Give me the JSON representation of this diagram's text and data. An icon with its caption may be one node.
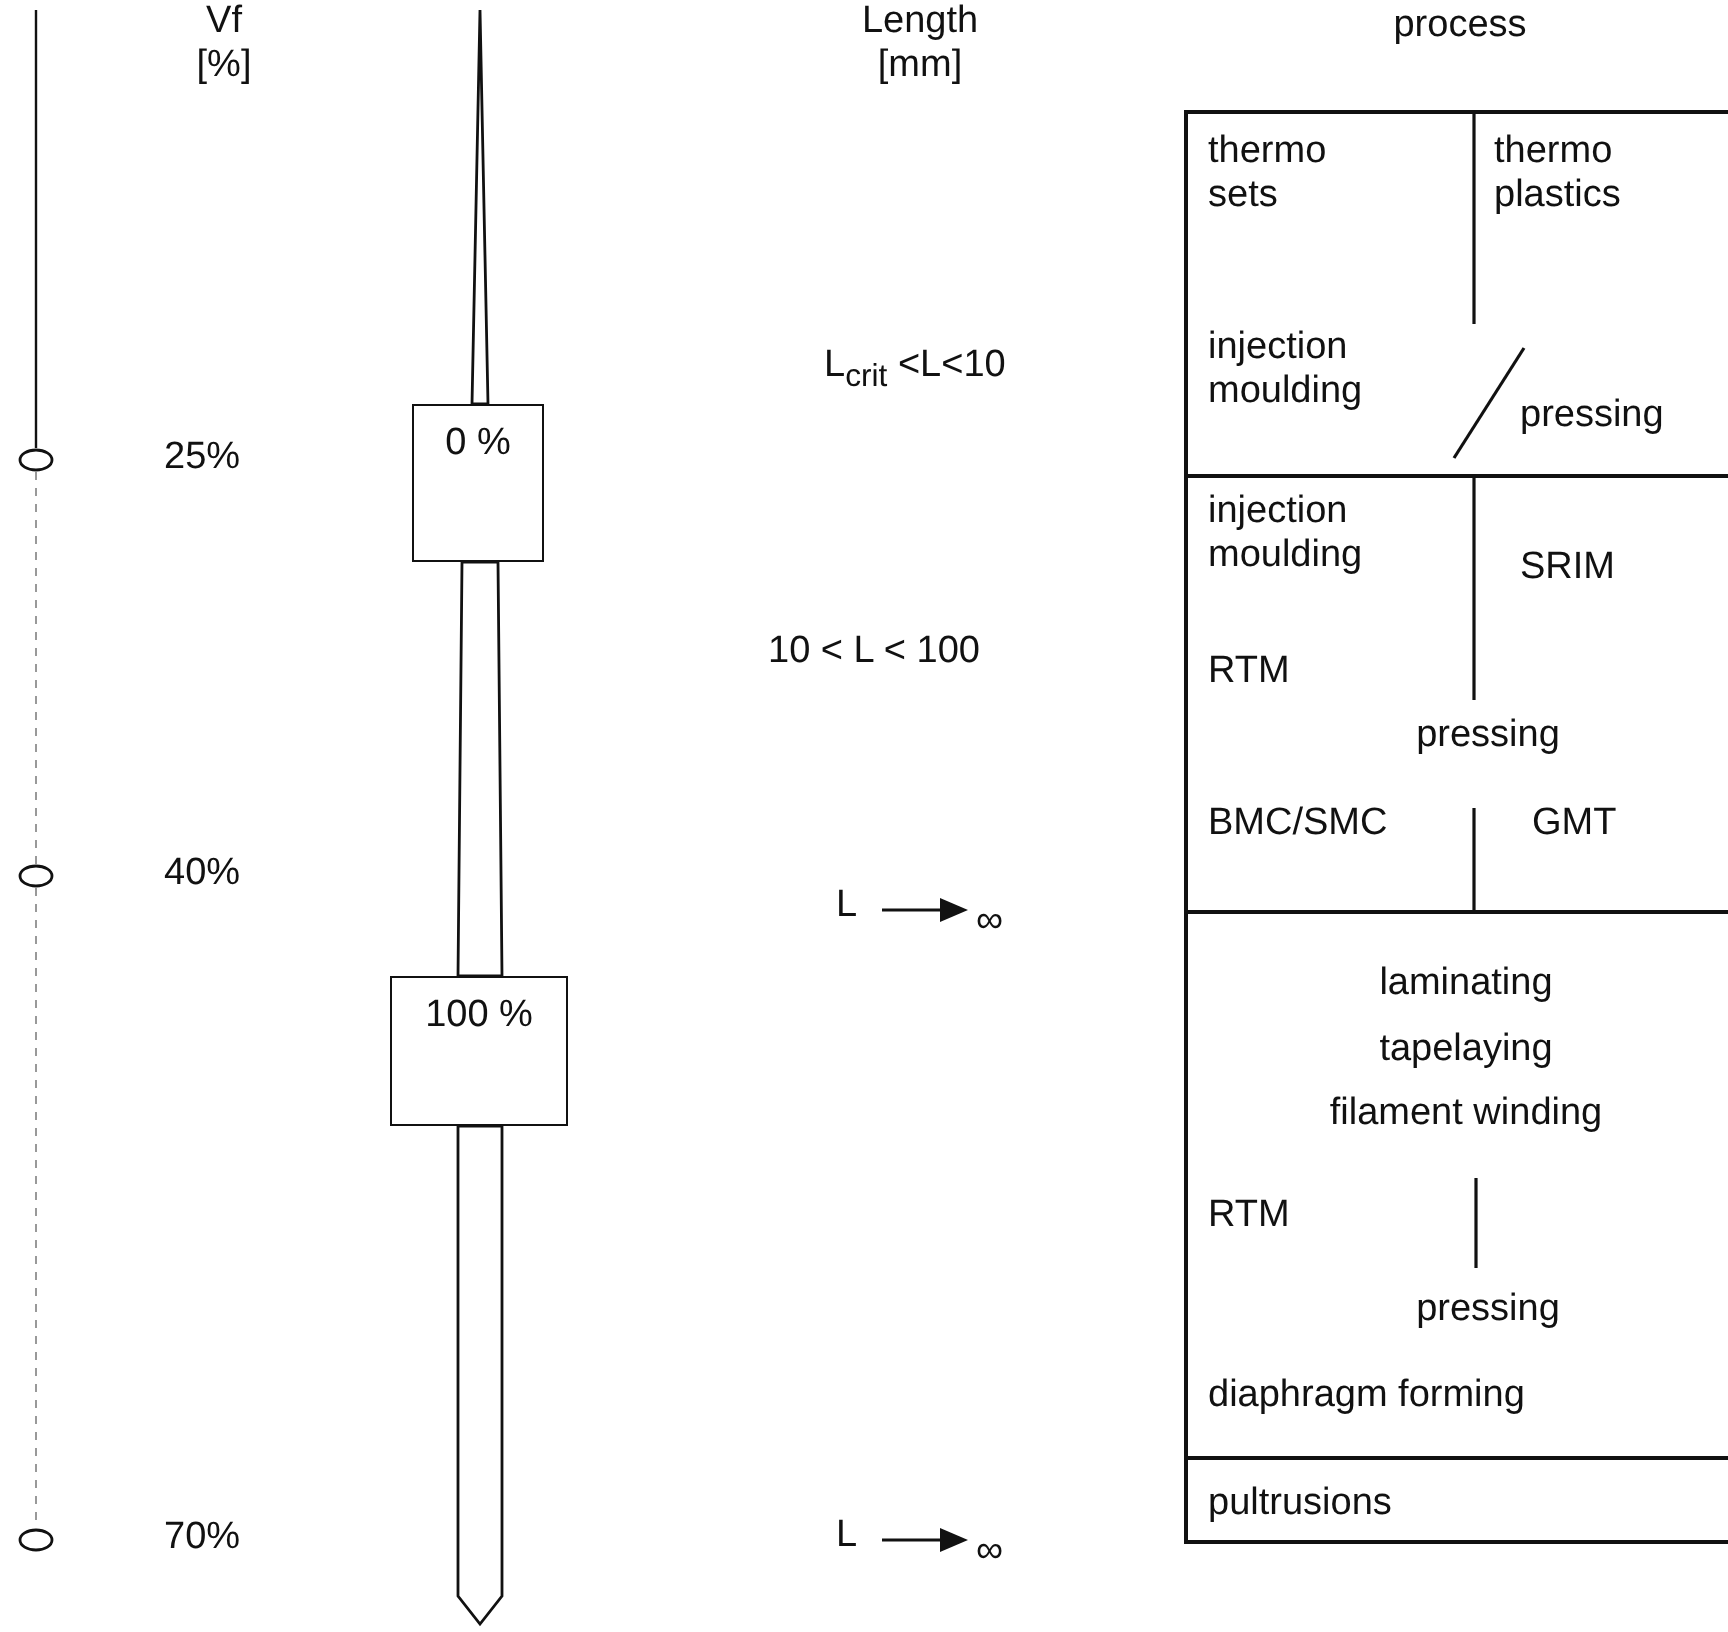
{
  "diagram": {
    "nodes": [
      {
        "text": [
          "0 %"
        ]
      },
      {
        "text": [
          "100 %"
        ]
      },
      {
        "text": [
          "thermo sets",
          "thermo plastics",
          "injection moulding",
          "pressing"
        ]
      },
      {
        "text": [
          "injection moulding",
          "SRIM",
          "RTM",
          "pressing",
          "BMC/SMC",
          "GMT"
        ]
      },
      {
        "text": [
          "laminating",
          "tapelaying",
          "filament winding",
          "RTM",
          "pressing",
          "diaphragm forming"
        ]
      },
      {
        "text": [
          "pultrusions"
        ]
      }
    ],
    "labels": [
      "Vf [%]",
      "Length [mm]",
      "process",
      "L$_{crit}$ <L<10",
      "25%",
      "10 < L < 100",
      "40%",
      "L",
      "∞",
      "70%",
      "L",
      "∞"
    ]
  }
}
